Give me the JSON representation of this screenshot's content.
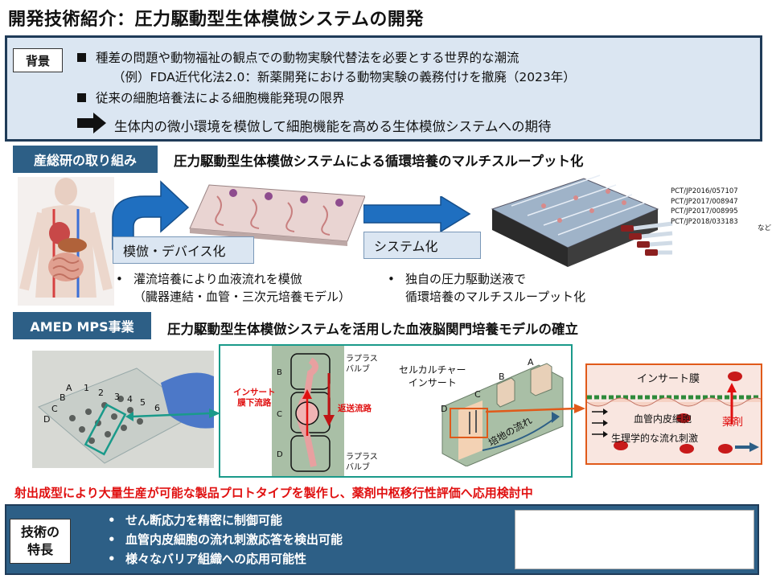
{
  "title": "開発技術紹介：圧力駆動型生体模倣システムの開発",
  "background": {
    "label": "背景",
    "line1": "種差の問題や動物福祉の観点での動物実験代替法を必要とする世界的な潮流",
    "line1b": "（例）FDA近代化法2.0：新薬開発における動物実験の義務付けを撤廃（2023年）",
    "line2": "従来の細胞培養法による細胞機能発現の限界",
    "conclusion": "生体内の微小環境を模倣して細胞機能を高める生体模倣システムへの期待"
  },
  "aist": {
    "tag": "産総研の取り組み",
    "heading": "圧力駆動型生体模倣システムによる循環培養のマルチスループット化",
    "device_label": "模倣・デバイス化",
    "system_label": "システム化",
    "device_bullet1": "灌流培養により血液流れを模倣",
    "device_bullet1b": "（臓器連結・血管・三次元培養モデル）",
    "system_bullet1": "独自の圧力駆動送液で",
    "system_bullet1b": "循環培養のマルチスループット化",
    "patents": [
      "PCT/JP2016/057107",
      "PCT/JP2017/008947",
      "PCT/JP2017/008995",
      "PCT/JP2018/033183"
    ],
    "patents_more": "など"
  },
  "amed": {
    "tag": "AMED MPS事業",
    "heading": "圧力駆動型生体模倣システムを活用した血液脳関門培養モデルの確立",
    "photo_labels": [
      "A",
      "B",
      "C",
      "D",
      "1",
      "2",
      "3",
      "4",
      "5",
      "6"
    ],
    "chip": {
      "top_valve": "ラプラス\nバルブ",
      "bottom_valve": "ラプラス\nバルブ",
      "insert_flow": "インサート\n膜下流路",
      "return_flow": "返送流路",
      "letters": [
        "B",
        "C",
        "D"
      ]
    },
    "insert": {
      "label": "セルカルチャー\nインサート",
      "flow": "培地の流れ",
      "letters": [
        "A",
        "B",
        "C",
        "D"
      ]
    },
    "membrane": {
      "title": "インサート膜",
      "cells": "血管内皮細胞",
      "drug": "薬剤",
      "stimulus": "生理学的な流れ刺激"
    }
  },
  "summary": "射出成型により大量生産が可能な製品プロトタイプを製作し、薬剤中枢移行性評価へ応用検討中",
  "features": {
    "label": "技術の\n特長",
    "items": [
      "せん断応力を精密に制御可能",
      "血管内皮細胞の流れ刺激応答を検出可能",
      "様々なバリア組織への応用可能性"
    ]
  },
  "colors": {
    "navy": "#1f3b58",
    "tag_blue": "#2d5f86",
    "light_blue": "#dbe6f2",
    "arrow_blue": "#1f6fc0",
    "teal": "#1a9a8a",
    "red": "#e01010"
  }
}
